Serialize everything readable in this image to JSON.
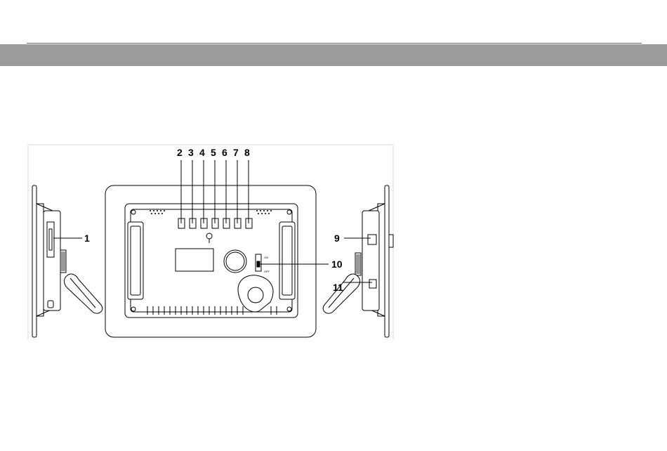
{
  "callouts": {
    "c1": "1",
    "c2": "2",
    "c3": "3",
    "c4": "4",
    "c5": "5",
    "c6": "6",
    "c7": "7",
    "c8": "8",
    "c9": "9",
    "c10": "10",
    "c11": "11"
  },
  "switch": {
    "on": "ON",
    "off": "OFF"
  },
  "colors": {
    "band": "#9b9b9b",
    "rule": "#6a6a6a",
    "line": "#000000"
  }
}
